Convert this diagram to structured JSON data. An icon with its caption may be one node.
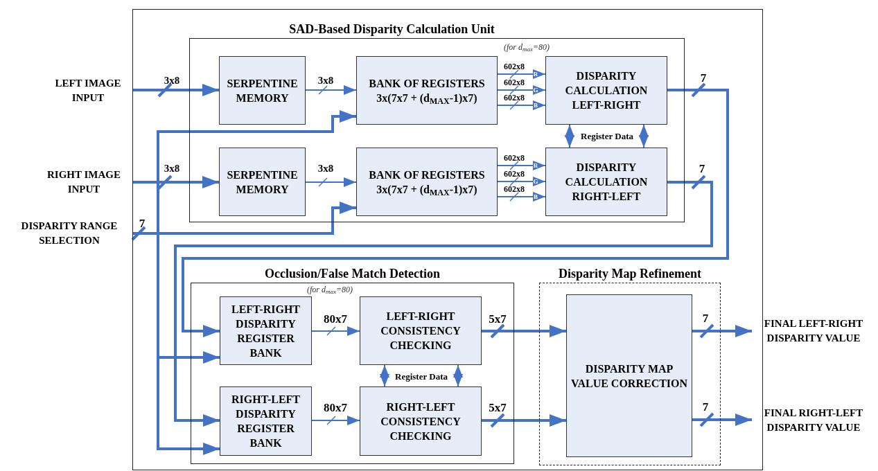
{
  "diagram": {
    "nodes": [
      {
        "text": [],
        "shape": "box"
      },
      {
        "text": [
          "SAD-Based Disparity Calculation Unit"
        ],
        "in": 0
      },
      {
        "text": [
          "SERPENTINE MEMORY"
        ],
        "in": 1
      },
      {
        "text": [
          "BANK OF REGISTERS",
          "3x(7x7 + (d$_{MAX}$-1)x7)"
        ],
        "in": 1
      },
      {
        "text": [
          "DISPARITY CALCULATION LEFT-RIGHT"
        ],
        "in": 1
      },
      {
        "text": [
          "SERPENTINE MEMORY"
        ],
        "in": 1
      },
      {
        "text": [
          "BANK OF REGISTERS",
          "3x(7x7 + (d$_{MAX}$-1)x7)"
        ],
        "in": 1
      },
      {
        "text": [
          "DISPARITY CALCULATION RIGHT-LEFT"
        ],
        "in": 1
      },
      {
        "text": [
          "Occlusion/False Match Detection"
        ],
        "in": 0
      },
      {
        "text": [
          "LEFT-RIGHT DISPARITY REGISTER BANK"
        ],
        "in": 8
      },
      {
        "text": [
          "LEFT-RIGHT CONSISTENCY CHECKING"
        ],
        "in": 8
      },
      {
        "text": [
          "RIGHT-LEFT DISPARITY REGISTER BANK"
        ],
        "in": 8
      },
      {
        "text": [
          "RIGHT-LEFT CONSISTENCY CHECKING"
        ],
        "in": 8
      },
      {
        "text": [
          "Disparity Map Refinement"
        ],
        "in": 0
      },
      {
        "text": [
          "DISPARITY MAP VALUE CORRECTION"
        ],
        "in": 13
      },
      {
        "text": [
          "LEFT IMAGE INPUT"
        ]
      },
      {
        "text": [
          "RIGHT IMAGE INPUT"
        ]
      },
      {
        "text": [
          "DISPARITY RANGE SELECTION"
        ]
      },
      {
        "text": [
          "FINAL LEFT-RIGHT DISPARITY VALUE"
        ]
      },
      {
        "text": [
          "FINAL RIGHT-LEFT DISPARITY VALUE"
        ]
      }
    ],
    "edges": [
      {
        "from": 15,
        "to": 2,
        "arrow": "to",
        "label": "3x8",
        "style": "thick"
      },
      {
        "from": 2,
        "to": 3,
        "arrow": "to",
        "label": "3x8"
      },
      {
        "from": 3,
        "to": 4,
        "arrow": "to",
        "label": "602x8"
      },
      {
        "from": 3,
        "to": 4,
        "arrow": "to",
        "label": "602x8"
      },
      {
        "from": 3,
        "to": 4,
        "arrow": "to",
        "label": "602x8"
      },
      {
        "from": 4,
        "to": 7,
        "arrow": "both"
      },
      {
        "from": 4,
        "to": 7,
        "arrow": "both"
      },
      {
        "from": 16,
        "to": 5,
        "arrow": "to",
        "label": "3x8",
        "style": "thick"
      },
      {
        "from": 5,
        "to": 6,
        "arrow": "to",
        "label": "3x8"
      },
      {
        "from": 6,
        "to": 7,
        "arrow": "to",
        "label": "602x8"
      },
      {
        "from": 6,
        "to": 7,
        "arrow": "to",
        "label": "602x8"
      },
      {
        "from": 6,
        "to": 7,
        "arrow": "to",
        "label": "602x8"
      },
      {
        "from": 17,
        "to": 6,
        "arrow": "to",
        "label": "7",
        "style": "thick"
      },
      {
        "from": 17,
        "to": 3,
        "arrow": "to",
        "style": "thick"
      },
      {
        "from": 17,
        "to": 9,
        "arrow": "to",
        "style": "thick"
      },
      {
        "from": 17,
        "to": 11,
        "arrow": "to",
        "style": "thick"
      },
      {
        "from": 4,
        "to": 9,
        "arrow": "to",
        "label": "7",
        "style": "thick"
      },
      {
        "from": 7,
        "to": 11,
        "arrow": "to",
        "label": "7",
        "style": "thick"
      },
      {
        "from": 9,
        "to": 10,
        "arrow": "to",
        "label": "80x7"
      },
      {
        "from": 10,
        "to": 12,
        "arrow": "both"
      },
      {
        "from": 10,
        "to": 12,
        "arrow": "both"
      },
      {
        "from": 11,
        "to": 12,
        "arrow": "to",
        "label": "80x7"
      },
      {
        "from": 10,
        "to": 14,
        "arrow": "to",
        "label": "5x7",
        "style": "thick"
      },
      {
        "from": 12,
        "to": 14,
        "arrow": "to",
        "label": "5x7",
        "style": "thick"
      },
      {
        "from": 14,
        "to": 18,
        "arrow": "to",
        "label": "7",
        "style": "thick"
      },
      {
        "from": 14,
        "to": 19,
        "arrow": "to",
        "label": "7",
        "style": "thick"
      }
    ],
    "labels": [
      "(for d$_{max}$=80)",
      "R",
      "G",
      "B",
      "Register Data",
      "R",
      "G",
      "B",
      "(for d$_{max}$=80)",
      "Register Data"
    ]
  }
}
